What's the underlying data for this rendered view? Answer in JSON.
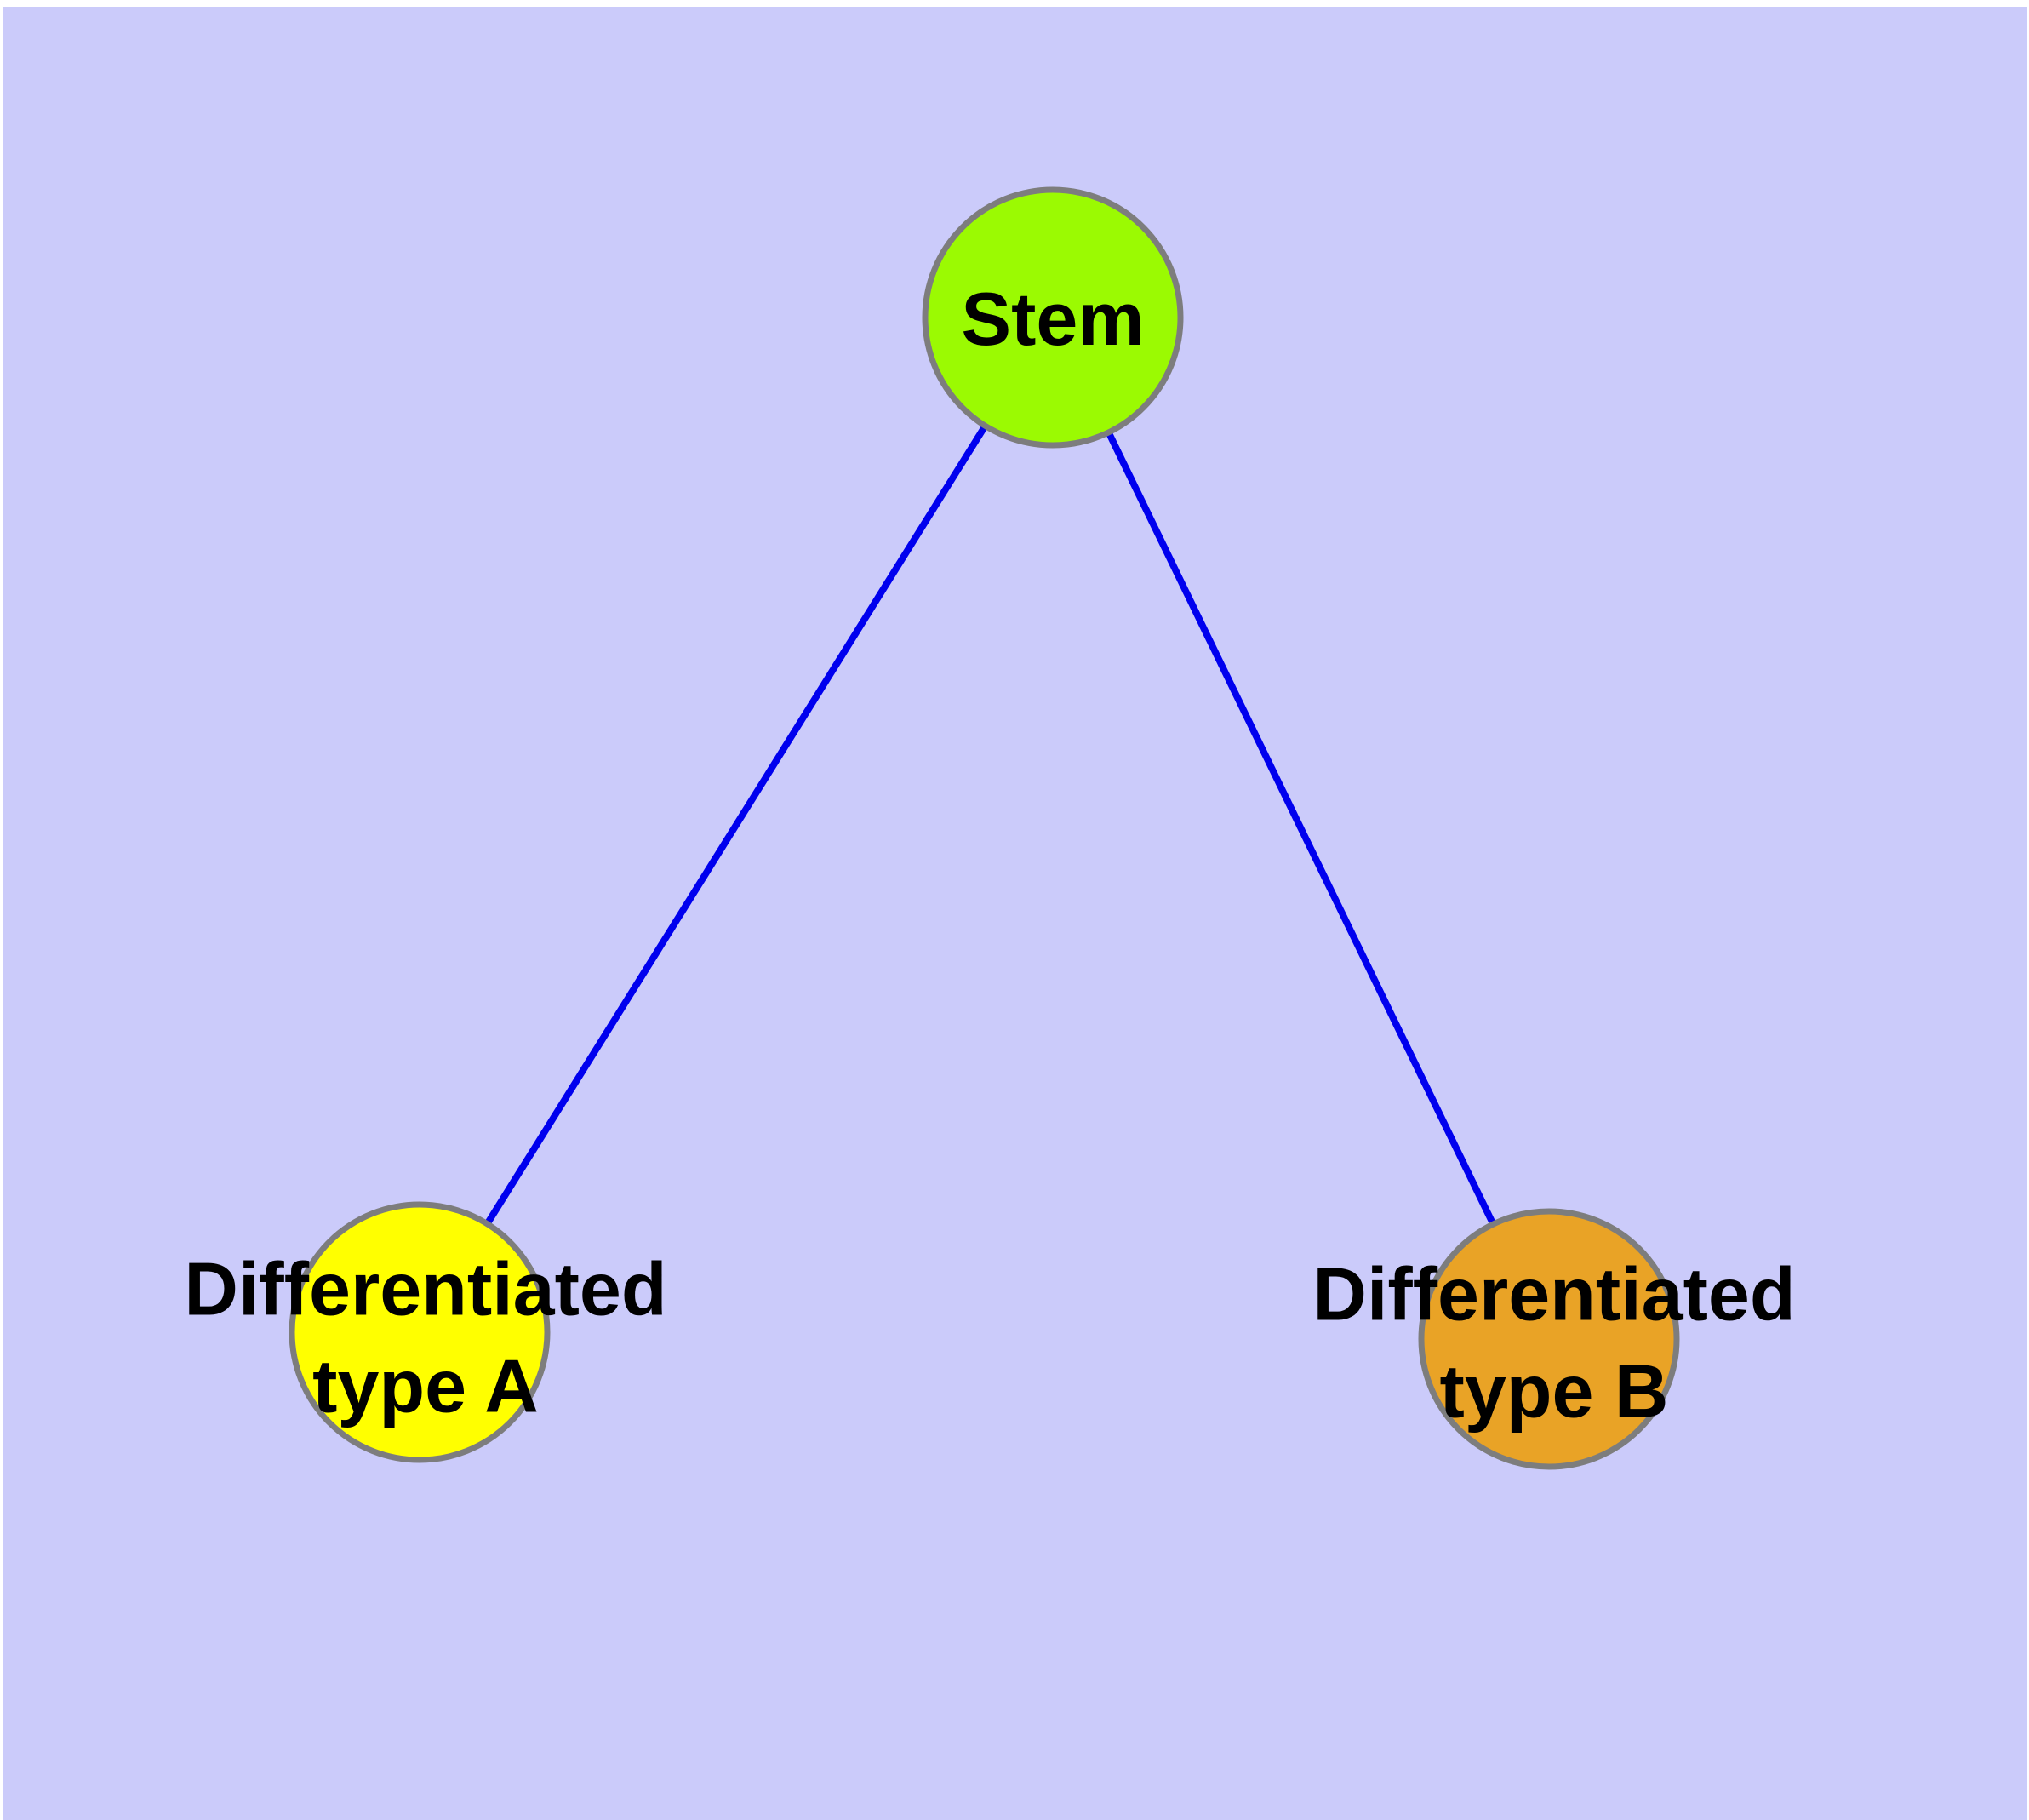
{
  "diagram": {
    "background_color": "#CBCBFA",
    "margin_color": "#FFFFFF",
    "edge_color": "#0000EE",
    "node_border_color": "#7D7D7D",
    "text_color": "#000000",
    "nodes": {
      "stem": {
        "label": "Stem",
        "color": "#9BFA02"
      },
      "type_a": {
        "label": "Differentiated\ntype A",
        "color": "#FFFF00"
      },
      "type_b": {
        "label": "Differentiated\ntype B",
        "color": "#E9A326"
      }
    },
    "edges": [
      {
        "from": "stem",
        "to": "type_a"
      },
      {
        "from": "stem",
        "to": "type_b"
      }
    ]
  }
}
